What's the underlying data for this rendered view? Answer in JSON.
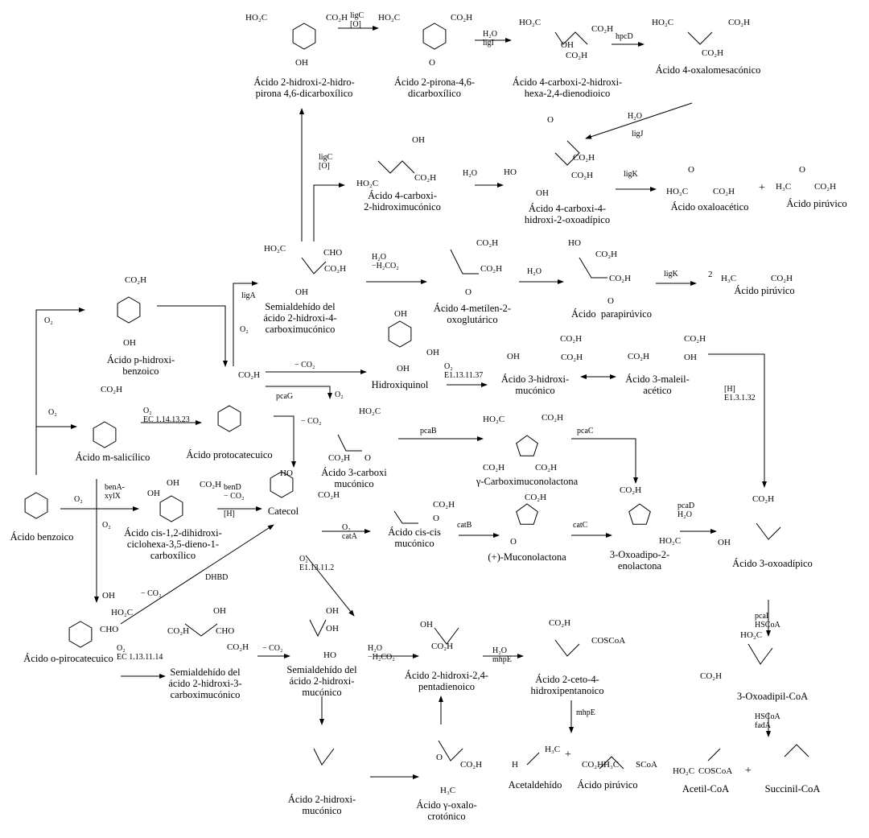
{
  "compounds": [
    "Ácido 2-hidroxi-2-hidro-\npirona 4,6-dicarboxílico",
    "Ácido 2-pirona-4,6-\ndicarboxílico",
    "Ácido 4-carboxi-2-hidroxi-\nhexa-2,4-dienodioico",
    "Ácido 4-oxalomesacónico",
    "Ácido 4-carboxi-\n2-hidroximucónico",
    "Ácido 4-carboxi-4-\nhidroxi-2-oxoadípico",
    "Ácido oxaloacético",
    "Ácido pirúvico",
    "Semialdehído del\nácido 2-hidroxi-4-\ncarboximucónico",
    "Ácido 4-metilen-2-\noxoglutárico",
    "Ácido  parapirúvico",
    "Ácido pirúvico",
    "Ácido p-hidroxi-\nbenzoico",
    "Hidroxiquinol",
    "Ácido 3-hidroxi-\nmucónico",
    "Ácido 3-maleil-\nacético",
    "Ácido protocatecuico",
    "Ácido m-salicílico",
    "Ácido 3-carboxi\nmucónico",
    "γ-Carboximuconolactona",
    "Ácido benzoico",
    "Ácido cis-1,2-dihidroxi-\nciclohexa-3,5-dieno-1-\ncarboxílico",
    "Catecol",
    "Ácido cis-cis\nmucónico",
    "(+)-Muconolactona",
    "3-Oxoadipo-2-\nenolactona",
    "Ácido 3-oxoadípico",
    "Ácido o-pirocatecuico",
    "Semialdehído del\nácido 2-hidroxi-3-\ncarboximucónico",
    "Semialdehído del\nácido 2-hidroxi-\nmucónico",
    "Ácido 2-hidroxi-2,4-\npentadienoico",
    "Ácido 2-ceto-4-\nhidroxipentanoico",
    "3-Oxoadipil-CoA",
    "Ácido 2-hidroxi-\nmucónico",
    "Ácido γ-oxalo-\ncrotónico",
    "Acetaldehído",
    "Ácido pirúvico",
    "Acetil-CoA",
    "Succinil-CoA"
  ],
  "enzymes": [
    "ligC\n[O]",
    "H₂O\nligI",
    "hpcD",
    "H₂O\n\n  ligJ",
    "ligC\n[O]",
    "H₂O",
    "ligK",
    "ligA",
    "O₂",
    "H₂O\n−H₂CO₂",
    "H₂O",
    "ligK",
    "O₂",
    "− CO₂",
    "pcaG",
    "O₂",
    "O₂\nE1.13.11.37",
    "[H]\nE1.3.1.32",
    "O₂",
    "O₂\nEC 1.14.13.23",
    "− CO₂",
    "pcaB",
    "pcaC",
    "O₂",
    "benA-\nxylX",
    "O₂",
    "benD\n− CO₂\n\n[H]",
    "O₂\ncatA",
    "catB",
    "catC",
    "pcaD\nH₂O",
    "O₂\nE1.13.11.2",
    "DHBD",
    "− CO₂",
    "O₂\nEC 1.13.11.14",
    "− CO₂",
    "H₂O\n−H₂CO₂",
    "H₂O\nmhpE",
    "mhpE",
    "pcaI\nHSCoA",
    "HSCoA\nfadA"
  ],
  "groups": [
    "HO₂C",
    "CO₂H",
    "OH",
    "HO₂C",
    "CO₂H",
    "O",
    "HO₂C",
    "CO₂H",
    "OH",
    "CO₂H",
    "HO₂C",
    "CO₂H",
    "CO₂H",
    "OH",
    "HO₂C",
    "CO₂H",
    "O",
    "CO₂H",
    "HO",
    "CO₂H",
    "OH",
    "HO₂C",
    "O",
    "CO₂H",
    "H₃C",
    "O",
    "CO₂H",
    "HO₂C",
    "CHO",
    "CO₂H",
    "OH",
    "CO₂H",
    "CO₂H",
    "O",
    "HO",
    "CO₂H",
    "CO₂H",
    "O",
    "2",
    "H₃C",
    "CO₂H",
    "CO₂H",
    "OH",
    "OH",
    "OH",
    "OH",
    "CO₂H",
    "CO₂H",
    "CO₂H",
    "CO₂H",
    "CO₂H",
    "OH",
    "OH",
    "CO₂H",
    "HO₂C",
    "CO₂H",
    "O",
    "HO₂C",
    "CO₂H",
    "CO₂H",
    "HO",
    "CO₂H",
    "OH",
    "OH",
    "CO₂H",
    "CO₂H",
    "O",
    "CO₂H",
    "O",
    "CO₂H",
    "CO₂H",
    "HO₂C",
    "CO₂H",
    "OH",
    "OH",
    "HO₂C",
    "CHO",
    "CO₂H",
    "OH",
    "CHO",
    "CO₂H",
    "OH",
    "OH",
    "HO",
    "CO₂H",
    "COSCoA",
    "HO₂C",
    "CO₂H",
    "OH",
    "CO₂H",
    "O",
    "CO₂H",
    "H₃C",
    "H",
    "H₃C",
    "CO₂H",
    "H₃C",
    "SCoA",
    "HO₂C",
    "COSCoA"
  ],
  "plus_sign": "+"
}
